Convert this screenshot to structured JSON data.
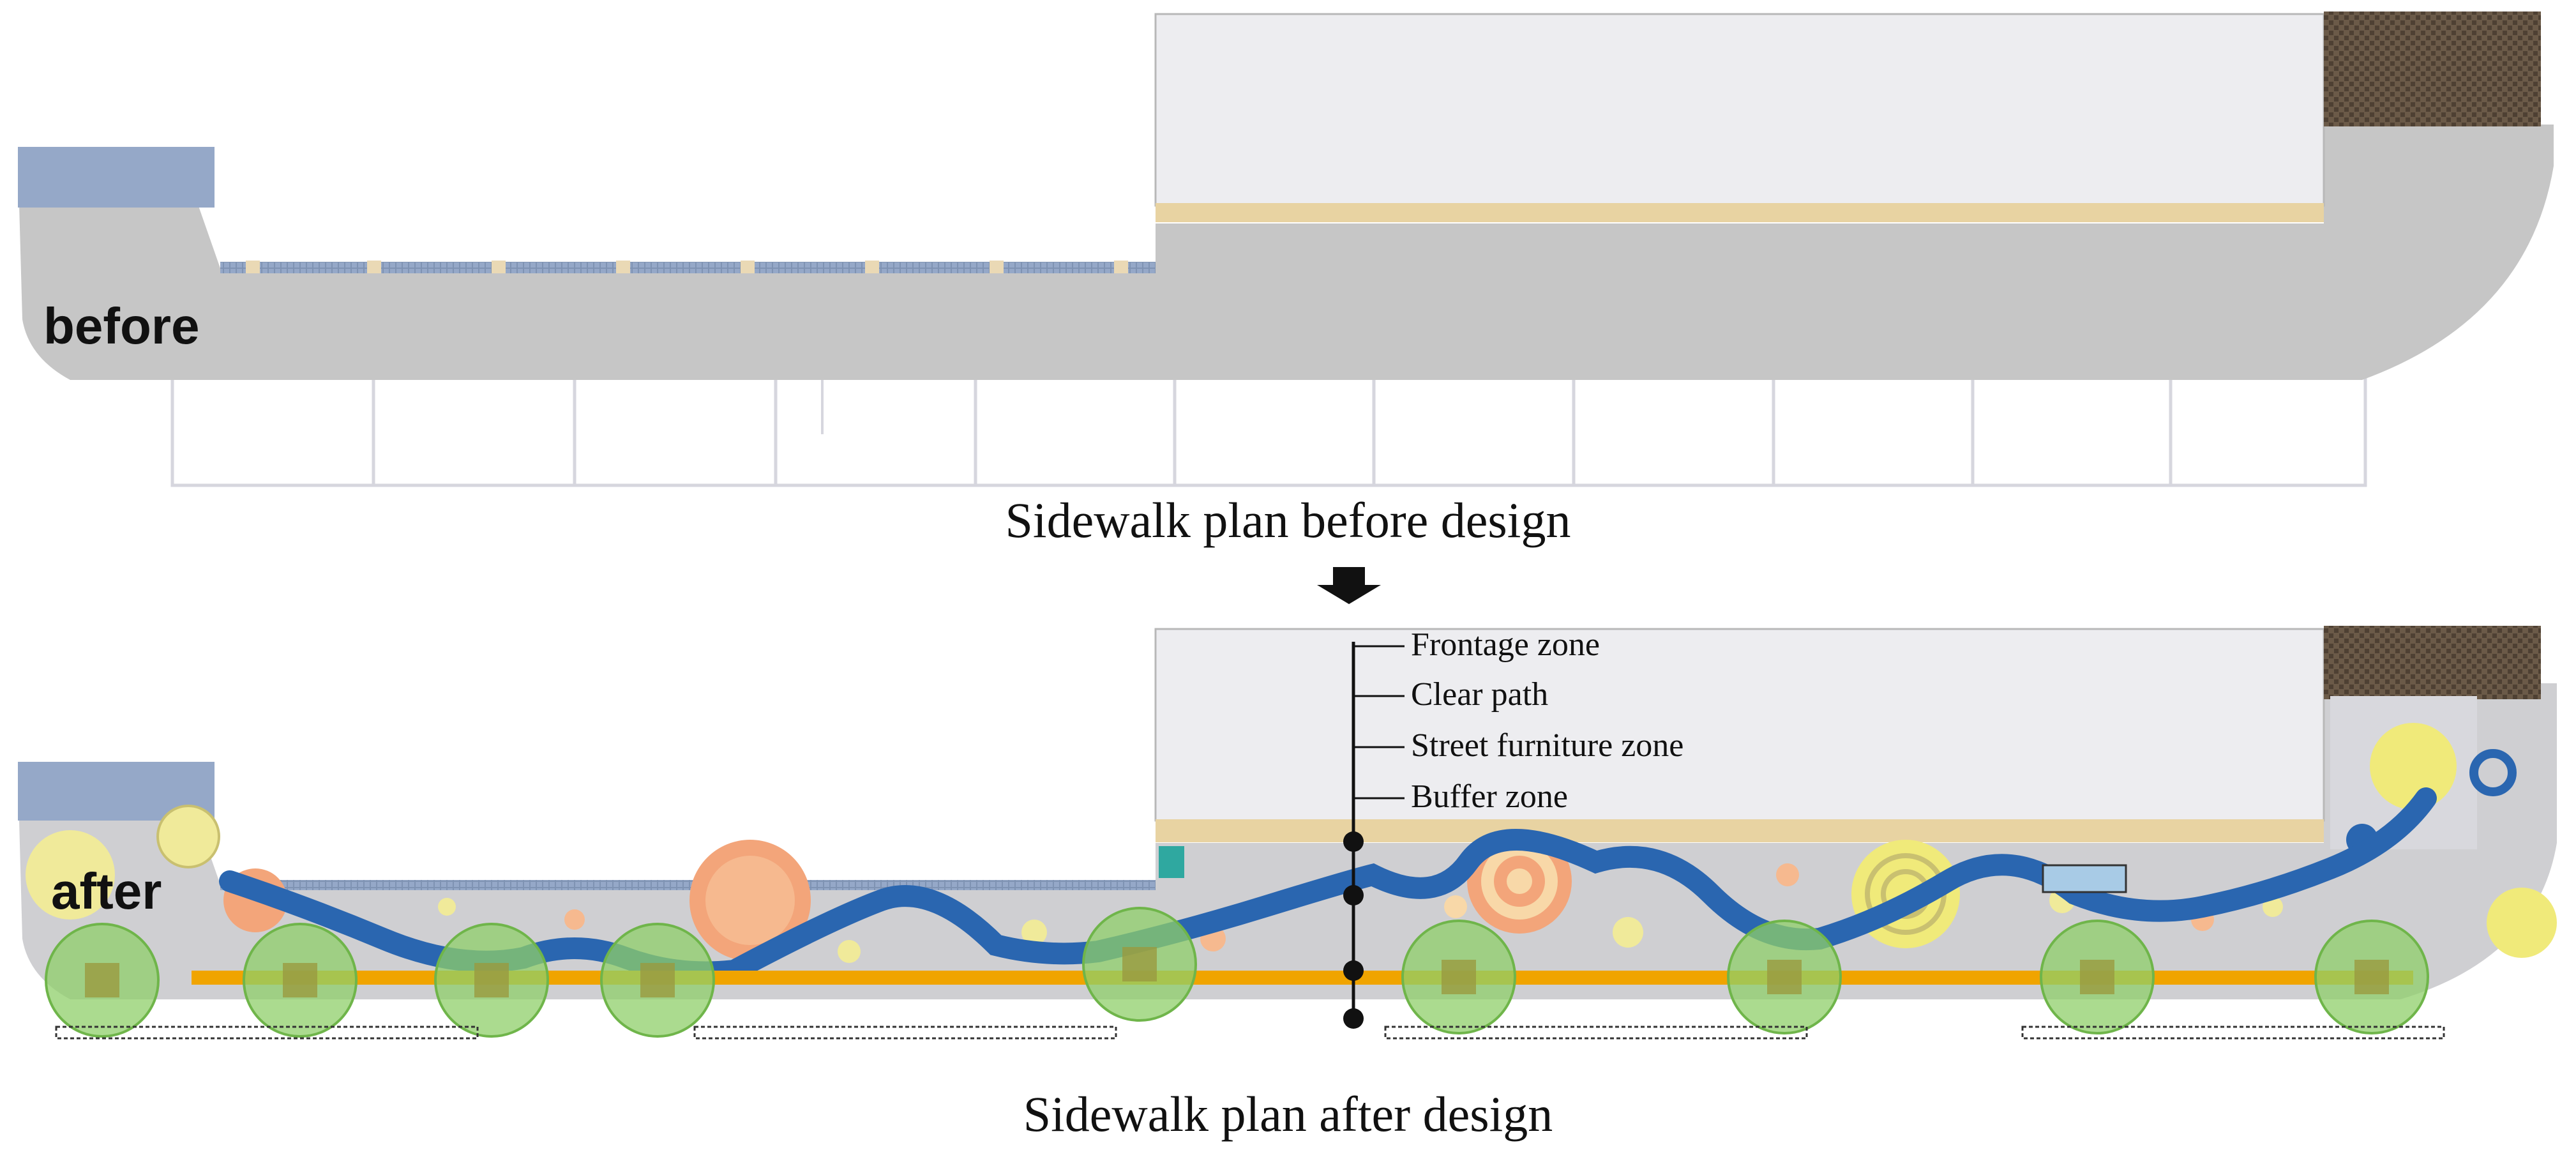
{
  "panels": {
    "before": {
      "tag": "before",
      "caption": "Sidewalk plan before design"
    },
    "after": {
      "tag": "after",
      "caption": "Sidewalk plan after design"
    }
  },
  "zones": [
    "Frontage zone",
    "Clear path",
    "Street furniture zone",
    "Buffer zone"
  ],
  "arrow": "down-arrow",
  "colors": {
    "sidewalk": "#c8c8c8",
    "building": "#ededf0",
    "frontage_strip": "#e8d3a2",
    "river": "#2a66b0",
    "trees": "#8fcf6a",
    "buffer_strip": "#f0a400",
    "corner_bricks": "#5a4a3a"
  }
}
